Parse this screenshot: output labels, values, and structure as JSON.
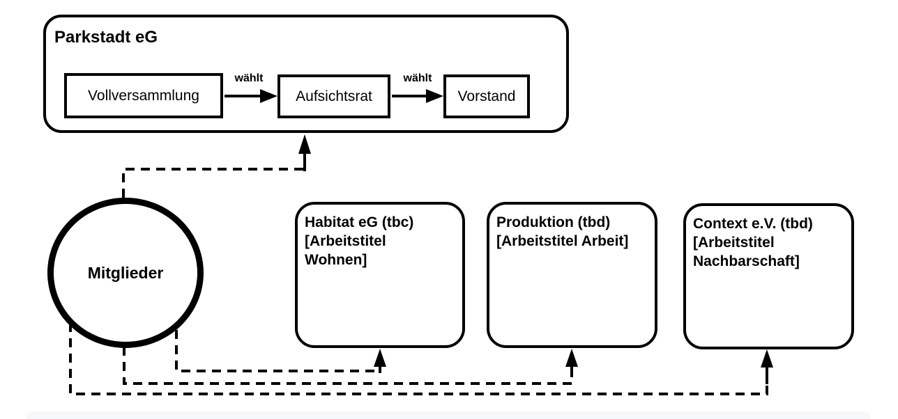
{
  "canvas": {
    "background": "#ffffff",
    "stroke_color": "#000000",
    "bottom_bar_color": "#f7f8fa"
  },
  "parkstadt_group": {
    "title": "Parkstadt eG",
    "nodes": [
      {
        "id": "vollversammlung",
        "label": "Vollversammlung"
      },
      {
        "id": "aufsichtsrat",
        "label": "Aufsichtsrat"
      },
      {
        "id": "vorstand",
        "label": "Vorstand"
      }
    ],
    "edges": [
      {
        "from": "Vollversammlung",
        "to": "Aufsichtsrat",
        "label": "wählt"
      },
      {
        "from": "Aufsichtsrat",
        "to": "Vorstand",
        "label": "wählt"
      }
    ]
  },
  "members": {
    "label": "Mitglieder"
  },
  "org_units": [
    {
      "id": "habitat",
      "label": "Habitat eG (tbc)\n[Arbeitstitel\nWohnen]"
    },
    {
      "id": "produktion",
      "label": "Produktion (tbd)\n[Arbeitstitel Arbeit]"
    },
    {
      "id": "context",
      "label": "Context e.V. (tbd)\n[Arbeitstitel\nNachbarschaft]"
    }
  ],
  "connections": [
    {
      "from": "Mitglieder",
      "to": "Parkstadt eG",
      "style": "dashed, arrow up"
    },
    {
      "from": "Mitglieder",
      "to": "Habitat eG (tbc)",
      "style": "dashed, arrow up"
    },
    {
      "from": "Mitglieder",
      "to": "Produktion (tbd)",
      "style": "dashed, arrow up"
    },
    {
      "from": "Mitglieder",
      "to": "Context e.V. (tbd)",
      "style": "dashed, arrow up"
    }
  ]
}
